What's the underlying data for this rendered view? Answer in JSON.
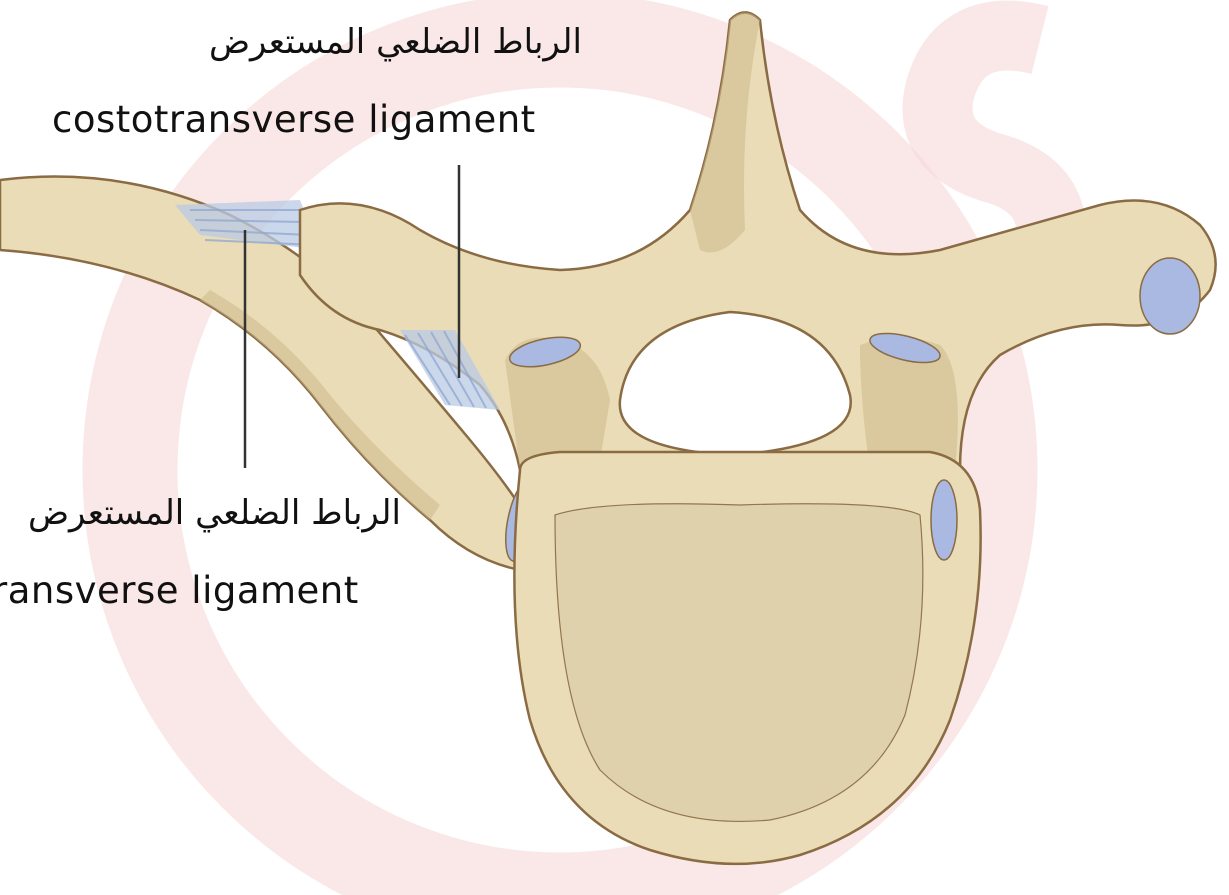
{
  "labels": {
    "top": {
      "arabic": "الرباط الضلعي المستعرض",
      "english": "costotransverse ligament"
    },
    "side": {
      "arabic": "الرباط الضلعي المستعرض",
      "english": "ransverse ligament"
    }
  },
  "colors": {
    "bone": "#e9dcb6",
    "bone_dark": "#8a6b43",
    "bone_shadow": "#cdb98c",
    "cancellous": "#ded0ac",
    "cartilage": "#a9b9e2",
    "ligament": "#b9cbe4",
    "watermark": "#f6d6d6",
    "leader_line": "#333333"
  }
}
